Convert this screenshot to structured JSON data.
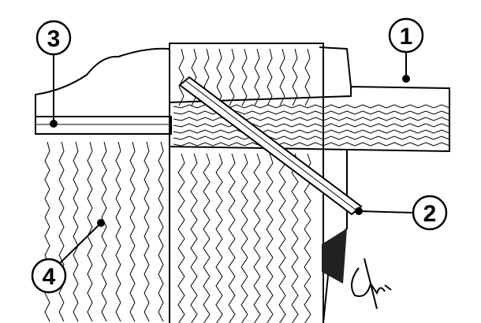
{
  "diagram": {
    "callouts": [
      {
        "id": "1",
        "label": "1"
      },
      {
        "id": "2",
        "label": "2"
      },
      {
        "id": "3",
        "label": "3"
      },
      {
        "id": "4",
        "label": "4"
      }
    ],
    "colors": {
      "ink": "#000000",
      "paper": "#ffffff"
    }
  }
}
